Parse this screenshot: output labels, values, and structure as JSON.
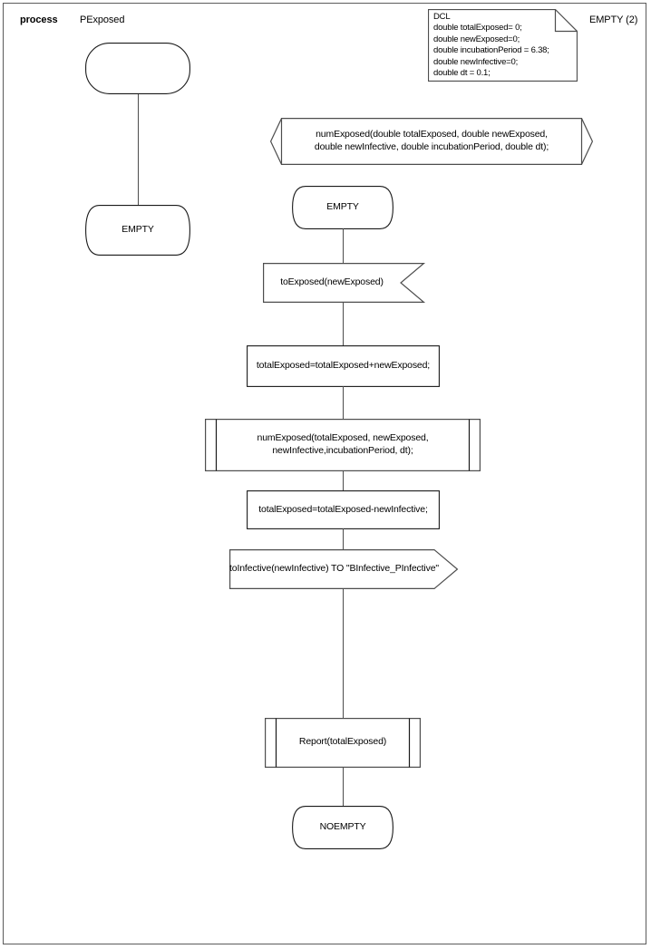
{
  "header": {
    "kind": "process",
    "name": "PExposed",
    "page_label": "EMPTY (2)"
  },
  "declaration_block": {
    "keyword": "DCL",
    "lines": [
      "DCL",
      "double totalExposed= 0;",
      "double newExposed=0;",
      "double incubationPeriod = 6.38;",
      "double newInfective=0;",
      "double dt = 0.1;"
    ],
    "text": "DCL\ndouble totalExposed= 0;\ndouble newExposed=0;\ndouble incubationPeriod = 6.38;\ndouble newInfective=0;\ndouble dt = 0.1;"
  },
  "nodes": {
    "start_symbol": {
      "label": "",
      "type": "start"
    },
    "state_empty_left": {
      "label": "EMPTY",
      "type": "state"
    },
    "procedure_declaration": {
      "label": "numExposed(double totalExposed, double newExposed,\ndouble newInfective, double incubationPeriod, double dt);",
      "type": "procedure-declaration"
    },
    "state_empty_main": {
      "label": "EMPTY",
      "type": "state"
    },
    "input_to_exposed": {
      "label": "toExposed(newExposed)",
      "type": "input"
    },
    "task_add_exposed": {
      "label": "totalExposed=totalExposed+newExposed;",
      "type": "task"
    },
    "call_num_exposed": {
      "label": "numExposed(totalExposed, newExposed,\nnewInfective,incubationPeriod, dt);",
      "type": "procedure-call"
    },
    "task_sub_infective": {
      "label": "totalExposed=totalExposed-newInfective;",
      "type": "task"
    },
    "output_to_infective": {
      "label": "toInfective(newInfective) TO \"BInfective_PInfective\"",
      "type": "output"
    },
    "call_report": {
      "label": "Report(totalExposed)",
      "type": "procedure-call"
    },
    "state_noempty": {
      "label": "NOEMPTY",
      "type": "state"
    }
  },
  "colors": {
    "stroke": "#4d4d4d",
    "stroke_dark": "#1a1a1a",
    "frame": "#5b5b5b",
    "fill": "#ffffff",
    "text": "#000000"
  }
}
